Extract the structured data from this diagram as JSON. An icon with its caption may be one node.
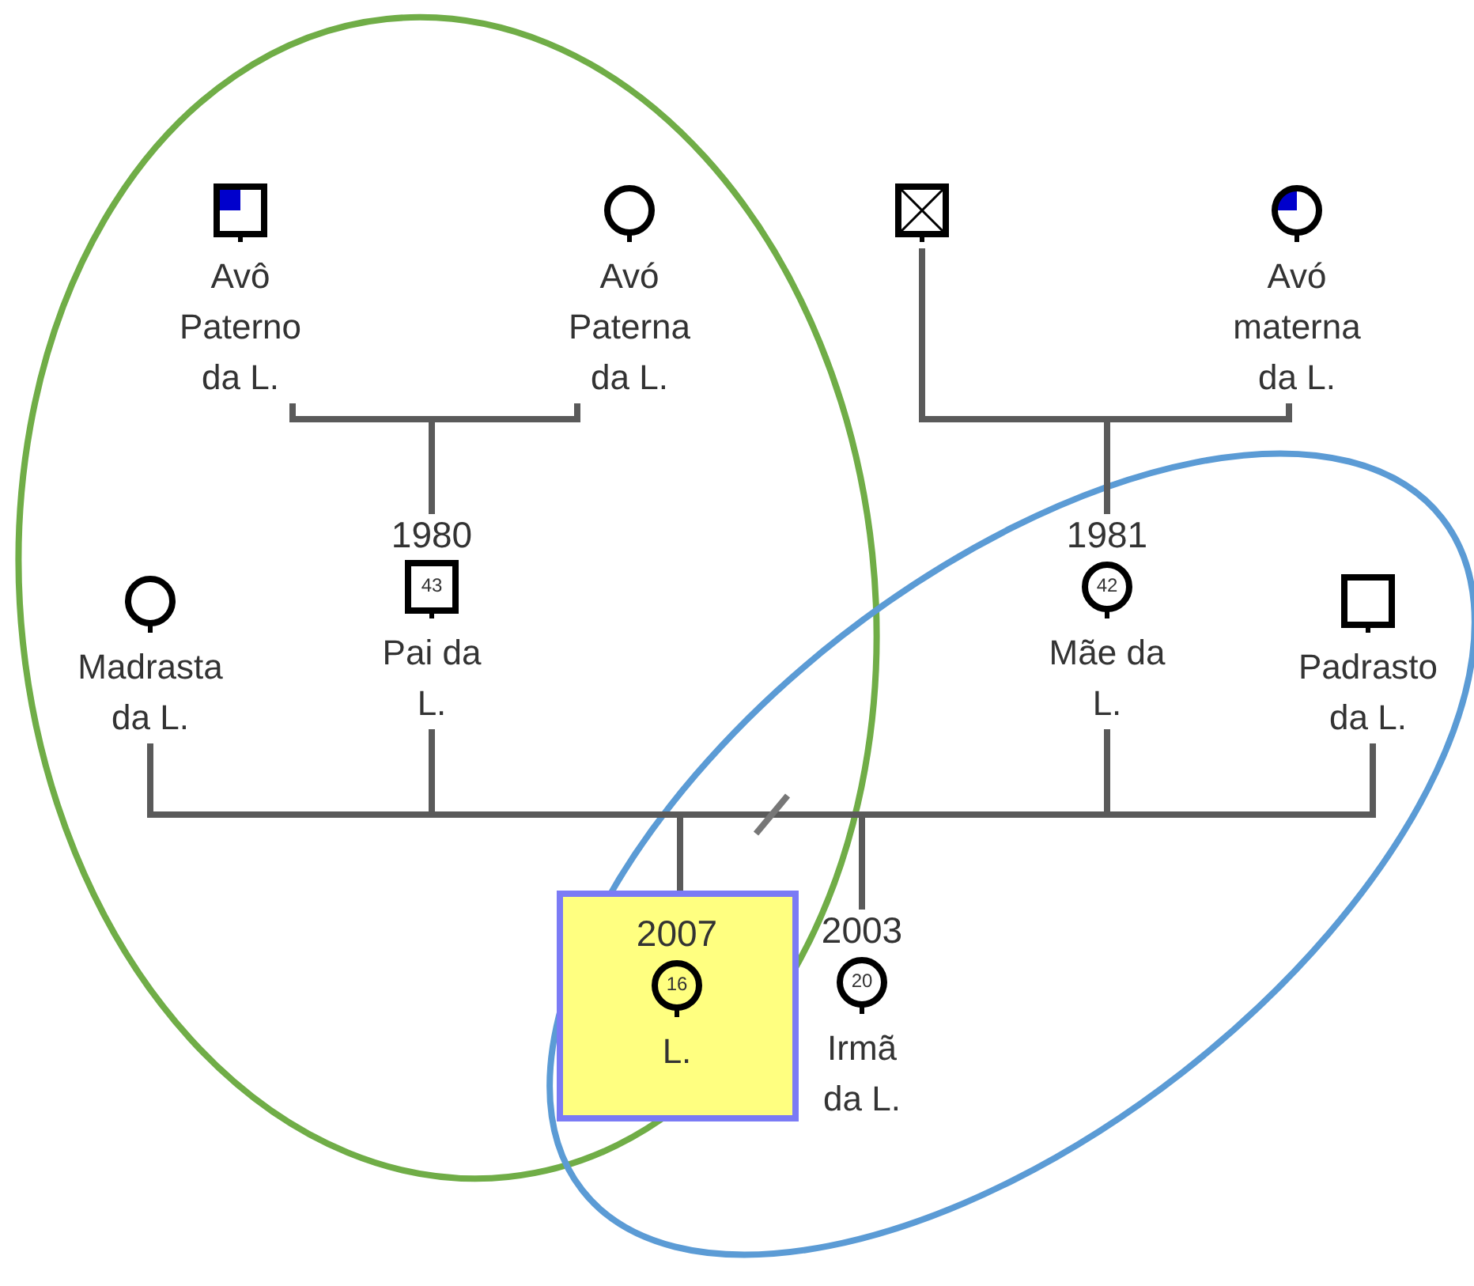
{
  "diagram": {
    "nodes": [
      {
        "text": [
          "Avô Paterno da L."
        ]
      },
      {
        "text": [
          "Avó Paterna da L."
        ]
      },
      {
        "text": [],
        "shape": "box"
      },
      {
        "text": [
          "Avó materna da L."
        ]
      },
      {
        "text": [
          "Madrasta da L."
        ]
      },
      {
        "text": [
          "43",
          "Pai da L."
        ],
        "beside": [
          "1980"
        ]
      },
      {
        "text": [
          "42",
          "Mãe da L."
        ],
        "beside": [
          "1981"
        ]
      },
      {
        "text": [
          "Padrasto da L."
        ]
      },
      {
        "text": [
          "2007",
          "16",
          "L."
        ]
      },
      {
        "text": [
          "20",
          "Irmã da L."
        ],
        "beside": [
          "2003"
        ]
      }
    ],
    "edges": [
      {
        "from": 0,
        "to": 1,
        "arrow": "none"
      },
      {
        "from": 2,
        "to": 3,
        "arrow": "none"
      },
      {
        "from": 0,
        "to": 5,
        "arrow": "none"
      },
      {
        "from": 1,
        "to": 5,
        "arrow": "none"
      },
      {
        "from": 2,
        "to": 6,
        "arrow": "none"
      },
      {
        "from": 3,
        "to": 6,
        "arrow": "none"
      },
      {
        "from": 4,
        "to": 5,
        "arrow": "none"
      },
      {
        "from": 5,
        "to": 6,
        "arrow": "none"
      },
      {
        "from": 6,
        "to": 7,
        "arrow": "none"
      },
      {
        "from": 5,
        "to": 8,
        "arrow": "none"
      },
      {
        "from": 6,
        "to": 8,
        "arrow": "none"
      },
      {
        "from": 5,
        "to": 9,
        "arrow": "none"
      },
      {
        "from": 6,
        "to": 9,
        "arrow": "none"
      }
    ]
  }
}
